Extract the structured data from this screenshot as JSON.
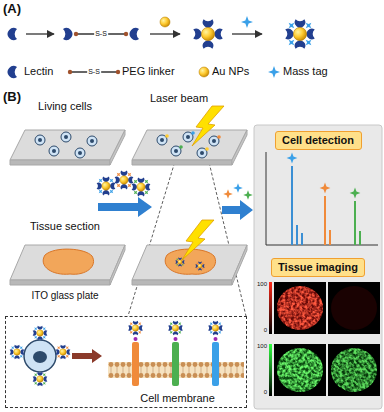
{
  "diagram": {
    "nodes": [
      {
        "text": [
          "Living cells"
        ]
      },
      {
        "text": [
          "Tissue section"
        ]
      },
      {
        "text": [
          "Cell membrane"
        ]
      },
      {
        "text": [
          "Cell detection"
        ]
      },
      {
        "text": [
          "Tissue imaging"
        ]
      }
    ],
    "labels": [
      "(A)",
      "S-S",
      "S-S",
      "(B)",
      "Laser beam",
      "ITO glass plate",
      "100",
      "0",
      "100",
      "0"
    ],
    "legend": [
      {
        "text": "Lectin"
      },
      {
        "text": "PEG linker"
      },
      {
        "text": "Au NPs"
      },
      {
        "text": "Mass tag"
      }
    ]
  }
}
